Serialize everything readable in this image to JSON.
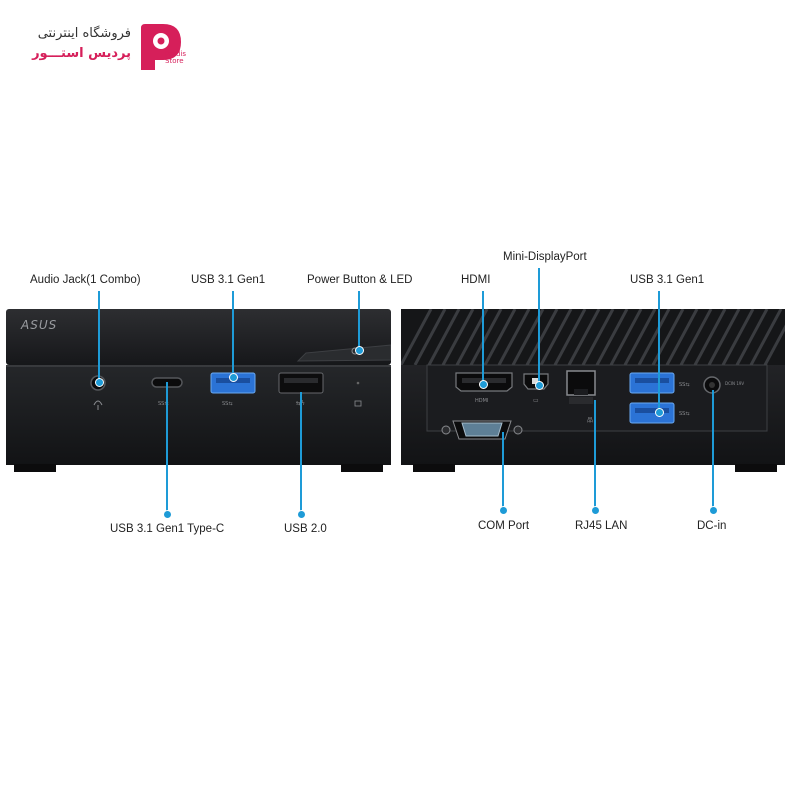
{
  "logo": {
    "line1": "فروشگاه اینترنتی",
    "line2": "پردیس استـــور",
    "en_line1": "Pardis",
    "en_line2": "Store"
  },
  "device": {
    "brand": "ASUS",
    "port_text_hdmi": "HDMI",
    "port_text_dcin": "DCIN 19V"
  },
  "callouts": {
    "audio_jack": "Audio Jack(1 Combo)",
    "usb31_front": "USB 3.1 Gen1",
    "power_button": "Power Button & LED",
    "usb_typec": "USB 3.1 Gen1 Type-C",
    "usb20": "USB 2.0",
    "hdmi": "HDMI",
    "mini_dp": "Mini-DisplayPort",
    "usb31_rear": "USB 3.1 Gen1",
    "com_port": "COM Port",
    "rj45": "RJ45 LAN",
    "dc_in": "DC-in"
  },
  "colors": {
    "accent": "#1e9bd7",
    "brand": "#d61f5a",
    "chassis": "#1d1e20",
    "usb3_blue": "#2b73d6"
  },
  "icons": [
    "pardis-logo-icon",
    "headphone-icon",
    "usb-ss-icon",
    "usb-icon",
    "lock-icon",
    "network-icon",
    "displayport-icon"
  ]
}
